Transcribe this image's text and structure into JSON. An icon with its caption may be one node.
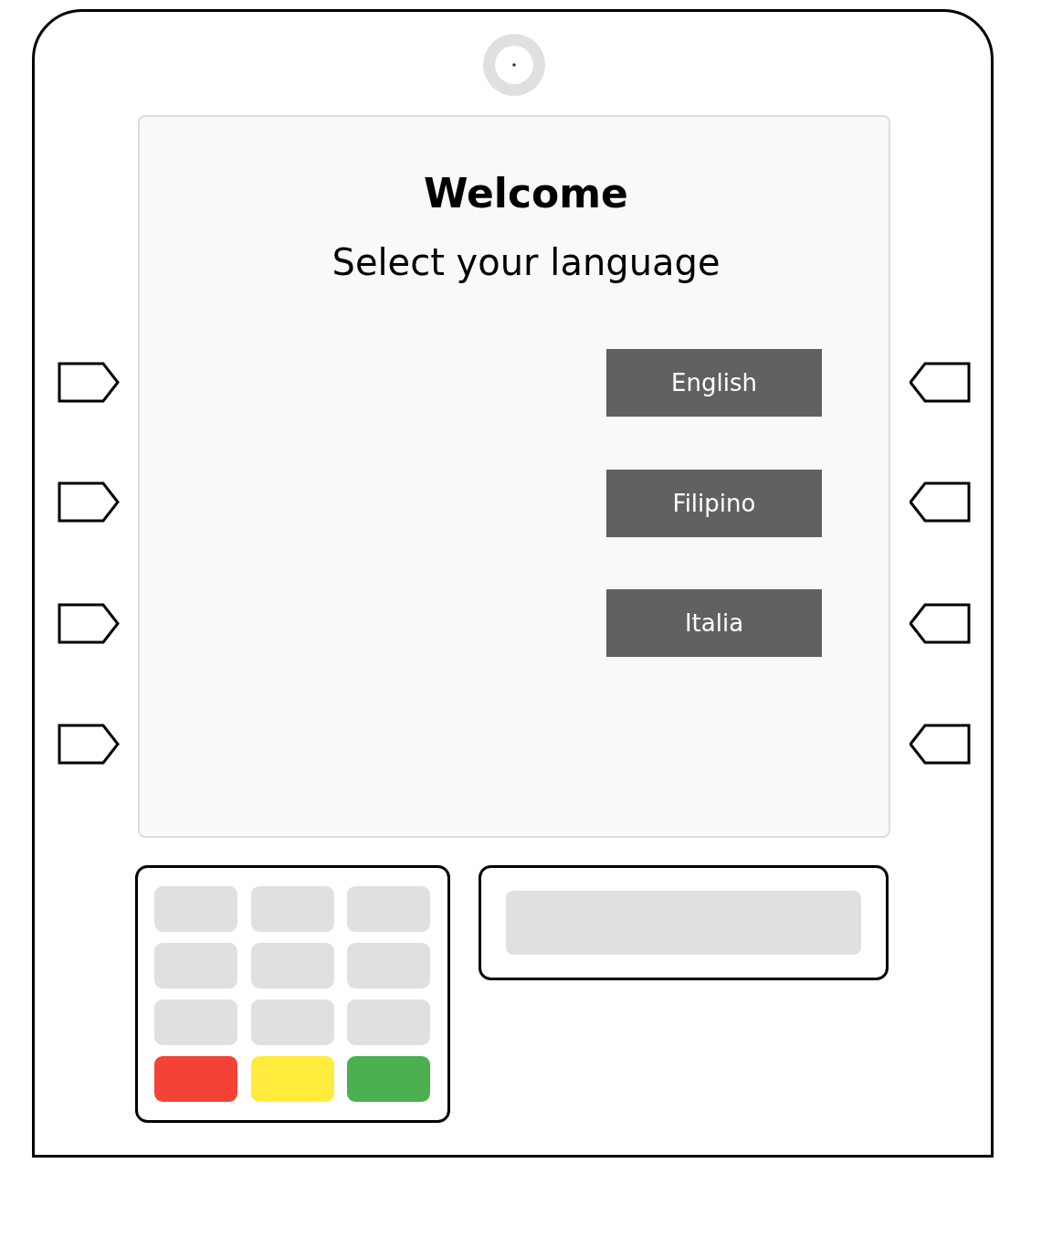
{
  "diagram": {
    "title": "Welcome",
    "nodes": [
      {
        "text": [
          "English"
        ]
      },
      {
        "text": [
          "Filipino"
        ]
      },
      {
        "text": [
          "Italia"
        ]
      }
    ],
    "labels": [
      "Select your language"
    ]
  }
}
